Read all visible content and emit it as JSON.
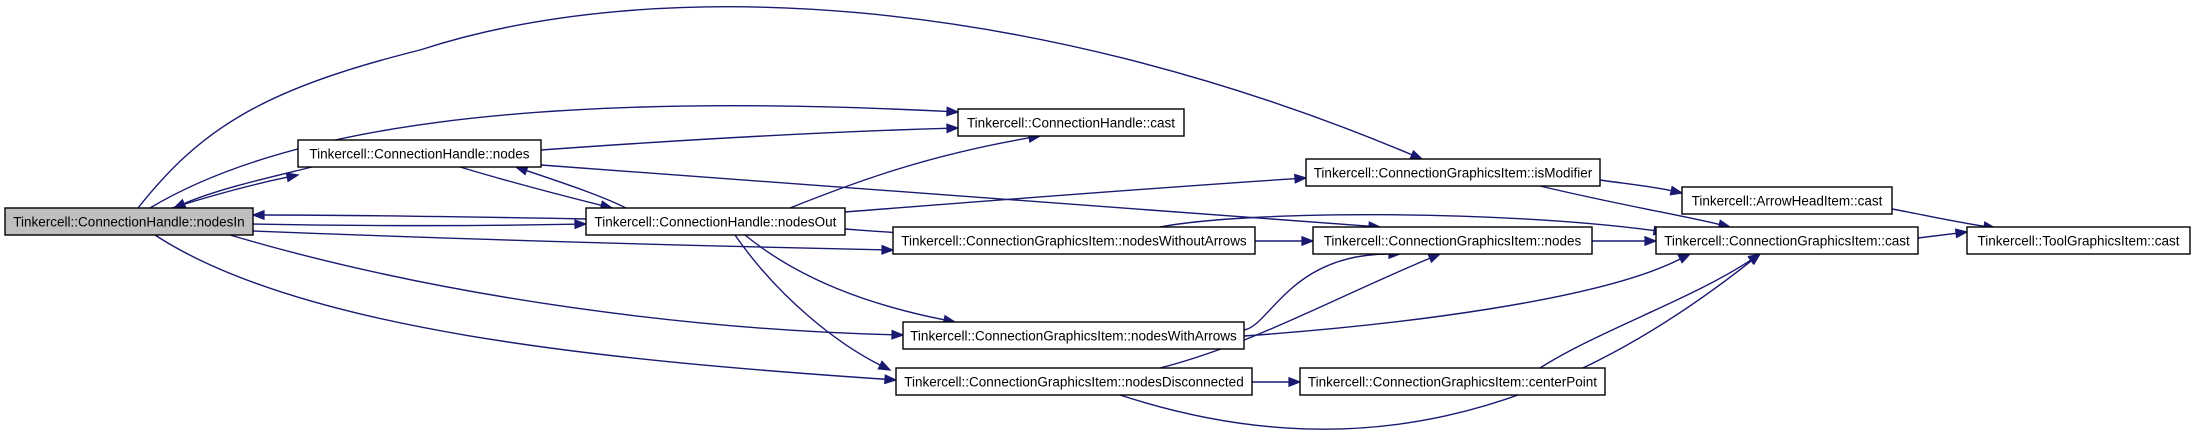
{
  "diagram": {
    "colors": {
      "edge": "#191970",
      "node_border": "#000000",
      "node_fill": "#ffffff",
      "focus_fill": "#bfbfbf",
      "text": "#000000"
    },
    "nodes": [
      {
        "id": "nodesIn",
        "label": "Tinkercell::ConnectionHandle::nodesIn",
        "focus": true
      },
      {
        "id": "chNodes",
        "label": "Tinkercell::ConnectionHandle::nodes"
      },
      {
        "id": "nodesOut",
        "label": "Tinkercell::ConnectionHandle::nodesOut"
      },
      {
        "id": "chCast",
        "label": "Tinkercell::ConnectionHandle::cast"
      },
      {
        "id": "isModifier",
        "label": "Tinkercell::ConnectionGraphicsItem::isModifier"
      },
      {
        "id": "nodesWithoutArrows",
        "label": "Tinkercell::ConnectionGraphicsItem::nodesWithoutArrows"
      },
      {
        "id": "nodesWithArrows",
        "label": "Tinkercell::ConnectionGraphicsItem::nodesWithArrows"
      },
      {
        "id": "nodesDisconnected",
        "label": "Tinkercell::ConnectionGraphicsItem::nodesDisconnected"
      },
      {
        "id": "cgiNodes",
        "label": "Tinkercell::ConnectionGraphicsItem::nodes"
      },
      {
        "id": "centerPoint",
        "label": "Tinkercell::ConnectionGraphicsItem::centerPoint"
      },
      {
        "id": "arrowCast",
        "label": "Tinkercell::ArrowHeadItem::cast"
      },
      {
        "id": "cgiCast",
        "label": "Tinkercell::ConnectionGraphicsItem::cast"
      },
      {
        "id": "toolCast",
        "label": "Tinkercell::ToolGraphicsItem::cast"
      }
    ],
    "edges": [
      {
        "from": "nodesIn",
        "to": "chNodes"
      },
      {
        "from": "chNodes",
        "to": "nodesIn"
      },
      {
        "from": "nodesIn",
        "to": "nodesOut"
      },
      {
        "from": "nodesOut",
        "to": "nodesIn"
      },
      {
        "from": "nodesIn",
        "to": "chCast"
      },
      {
        "from": "nodesIn",
        "to": "isModifier"
      },
      {
        "from": "nodesIn",
        "to": "nodesWithoutArrows"
      },
      {
        "from": "nodesIn",
        "to": "nodesWithArrows"
      },
      {
        "from": "nodesIn",
        "to": "nodesDisconnected"
      },
      {
        "from": "chNodes",
        "to": "chCast"
      },
      {
        "from": "chNodes",
        "to": "nodesOut"
      },
      {
        "from": "nodesOut",
        "to": "chNodes"
      },
      {
        "from": "chNodes",
        "to": "cgiNodes"
      },
      {
        "from": "nodesOut",
        "to": "chCast"
      },
      {
        "from": "nodesOut",
        "to": "isModifier"
      },
      {
        "from": "nodesOut",
        "to": "nodesWithoutArrows"
      },
      {
        "from": "nodesOut",
        "to": "nodesWithArrows"
      },
      {
        "from": "nodesOut",
        "to": "nodesDisconnected"
      },
      {
        "from": "isModifier",
        "to": "arrowCast"
      },
      {
        "from": "isModifier",
        "to": "cgiCast"
      },
      {
        "from": "nodesWithoutArrows",
        "to": "cgiNodes"
      },
      {
        "from": "nodesWithoutArrows",
        "to": "cgiCast"
      },
      {
        "from": "nodesWithArrows",
        "to": "cgiNodes"
      },
      {
        "from": "nodesWithArrows",
        "to": "cgiCast"
      },
      {
        "from": "nodesDisconnected",
        "to": "cgiNodes"
      },
      {
        "from": "nodesDisconnected",
        "to": "centerPoint"
      },
      {
        "from": "nodesDisconnected",
        "to": "cgiCast"
      },
      {
        "from": "cgiNodes",
        "to": "cgiCast"
      },
      {
        "from": "centerPoint",
        "to": "cgiCast"
      },
      {
        "from": "arrowCast",
        "to": "toolCast"
      },
      {
        "from": "cgiCast",
        "to": "toolCast"
      }
    ]
  }
}
